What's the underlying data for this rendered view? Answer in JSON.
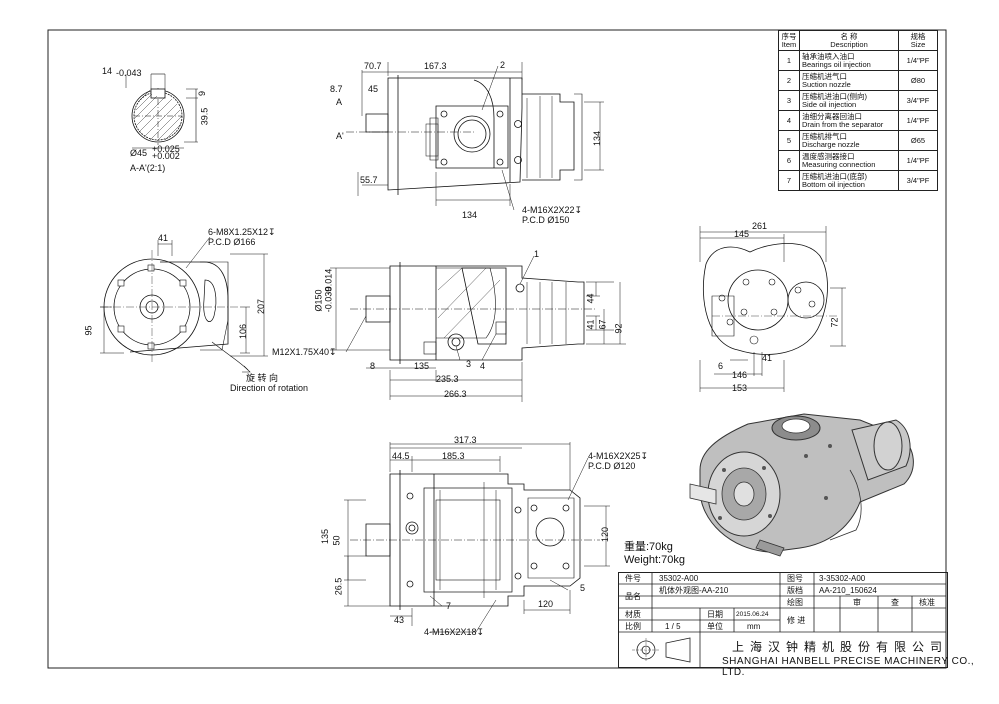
{
  "section_view": {
    "caption": "A-A'(2:1)",
    "dims": [
      "14",
      "-0.043",
      "9",
      "39.5",
      "Ø45",
      "+0.025",
      "+0.002"
    ]
  },
  "top_view": {
    "dims": [
      "70.7",
      "167.3",
      "8.7",
      "45",
      "A",
      "A'",
      "55.7",
      "134",
      "134"
    ],
    "callout_2": "2",
    "bolt_note": "4-M16X2X22↧",
    "pcd_note": "P.C.D Ø150"
  },
  "left_view": {
    "dims": [
      "41",
      "95",
      "106",
      "207"
    ],
    "bolt_note": "6-M8X1.25X12↧",
    "pcd_note": "P.C.D Ø166",
    "rotation_cn": "旋 转 向",
    "rotation_en": "Direction of rotation"
  },
  "front_view": {
    "dims": [
      "Ø150",
      "-0.014",
      "-0.039",
      "8",
      "135",
      "235.3",
      "266.3",
      "44",
      "41",
      "67",
      "92"
    ],
    "thread_note": "M12X1.75X40↧",
    "callouts": [
      "1",
      "3",
      "4"
    ]
  },
  "right_view": {
    "dims": [
      "261",
      "145",
      "72",
      "6",
      "41",
      "146",
      "153"
    ]
  },
  "bottom_view": {
    "dims": [
      "317.3",
      "44.5",
      "185.3",
      "135",
      "50",
      "26.5",
      "43",
      "120",
      "120"
    ],
    "bolt_note_1": "4-M16X2X25↧",
    "pcd_note": "P.C.D Ø120",
    "bolt_note_2": "4-M16X2X18↧",
    "callouts": [
      "5",
      "7"
    ]
  },
  "weight": {
    "cn": "重量:70kg",
    "en": "Weight:70kg"
  },
  "parts_table": {
    "header": {
      "no_cn": "序号",
      "no_en": "Item",
      "desc_cn": "名          称",
      "desc_en": "Description",
      "size_cn": "规格",
      "size_en": "Size"
    },
    "rows": [
      {
        "no": "1",
        "cn": "轴承油喷入油口",
        "en": "Bearings oil injection",
        "size": "1/4\"PF"
      },
      {
        "no": "2",
        "cn": "压缩机进气口",
        "en": "Suction nozzle",
        "size": "Ø80"
      },
      {
        "no": "3",
        "cn": "压缩机进油口(侧向)",
        "en": "Side oil injection",
        "size": "3/4\"PF"
      },
      {
        "no": "4",
        "cn": "油细分离器回油口",
        "en": "Drain from the separator",
        "size": "1/4\"PF"
      },
      {
        "no": "5",
        "cn": "压缩机排气口",
        "en": "Discharge nozzle",
        "size": "Ø65"
      },
      {
        "no": "6",
        "cn": "温度感测器接口",
        "en": "Measuring connection",
        "size": "1/4\"PF"
      },
      {
        "no": "7",
        "cn": "压缩机进油口(底部)",
        "en": "Bottom oil injection",
        "size": "3/4\"PF"
      }
    ]
  },
  "title_block": {
    "part_no_label": "件号",
    "part_no": "35302-A00",
    "drawing_no_label": "图号",
    "drawing_no": "3-35302-A00",
    "name_label": "品名",
    "name": "机体外观图-AA-210",
    "version_label": "版档",
    "version": "AA-210_150624",
    "drawn_label": "绘图",
    "design_label": "审",
    "check_label": "查",
    "approve_label": "核准",
    "material_label": "材质",
    "date_label": "日期",
    "date": "2015.06.24",
    "scale_label": "比例",
    "scale": "1 / 5",
    "unit_label": "单位",
    "unit": "mm",
    "revision_label": "修 进",
    "company_cn": "上海汉钟精机股份有限公司",
    "company_en": "SHANGHAI HANBELL PRECISE MACHINERY CO., LTD."
  }
}
